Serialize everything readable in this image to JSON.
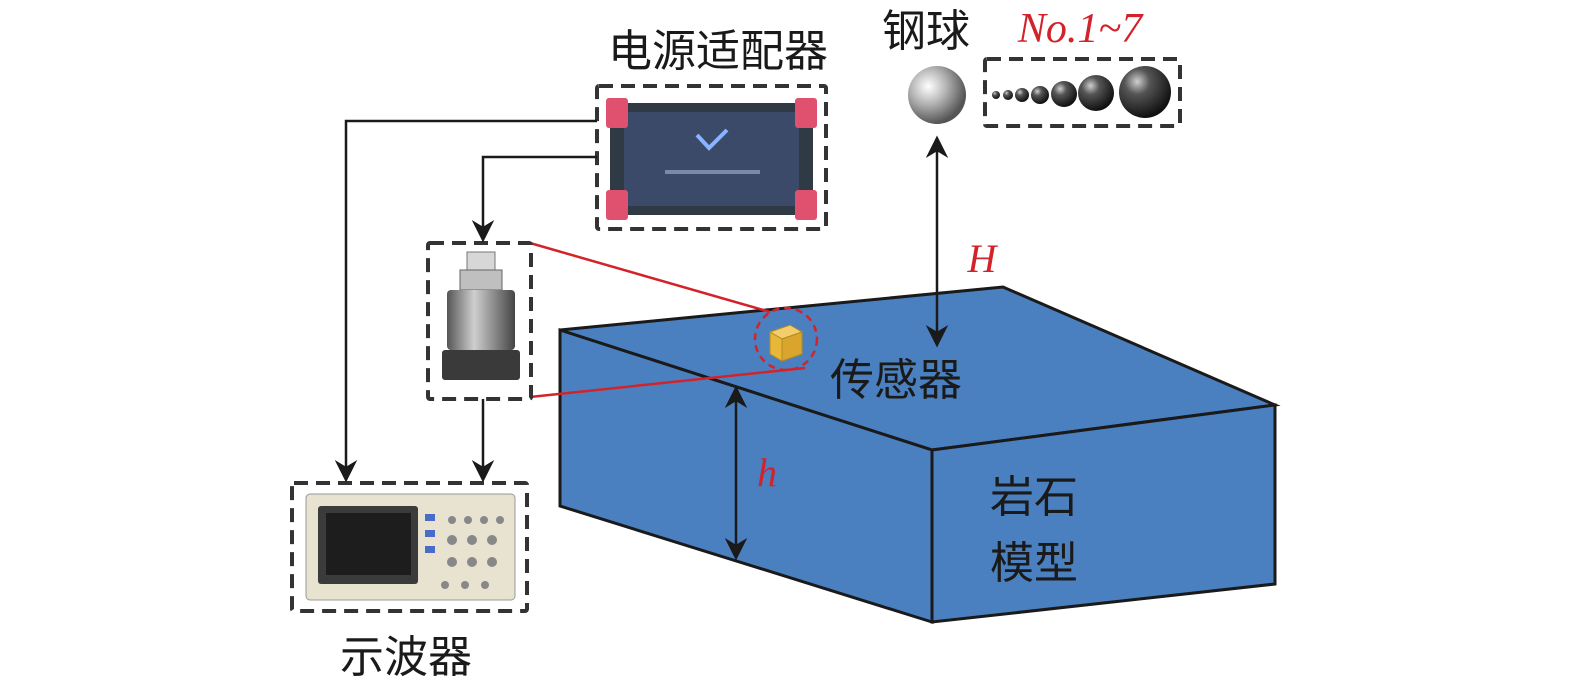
{
  "labels": {
    "power_adapter": "电源适配器",
    "steel_ball": "钢球",
    "ball_numbers": "No.1~7",
    "height_big": "H",
    "height_small": "h",
    "sensor": "传感器",
    "oscilloscope": "示波器",
    "rock_model_line1": "岩石",
    "rock_model_line2": "模型"
  },
  "colors": {
    "block_fill": "#4a80bf",
    "block_edge": "#1a1a1a",
    "accent_red": "#d2232a",
    "sensor_yellow": "#e8b73a"
  },
  "icons": {
    "power_adapter": "power-adapter-photo",
    "sensor": "accelerometer-sensor-photo",
    "oscilloscope": "oscilloscope-photo",
    "steel_ball": "steel-ball-photo",
    "ball_set": "steel-ball-set-photo"
  }
}
